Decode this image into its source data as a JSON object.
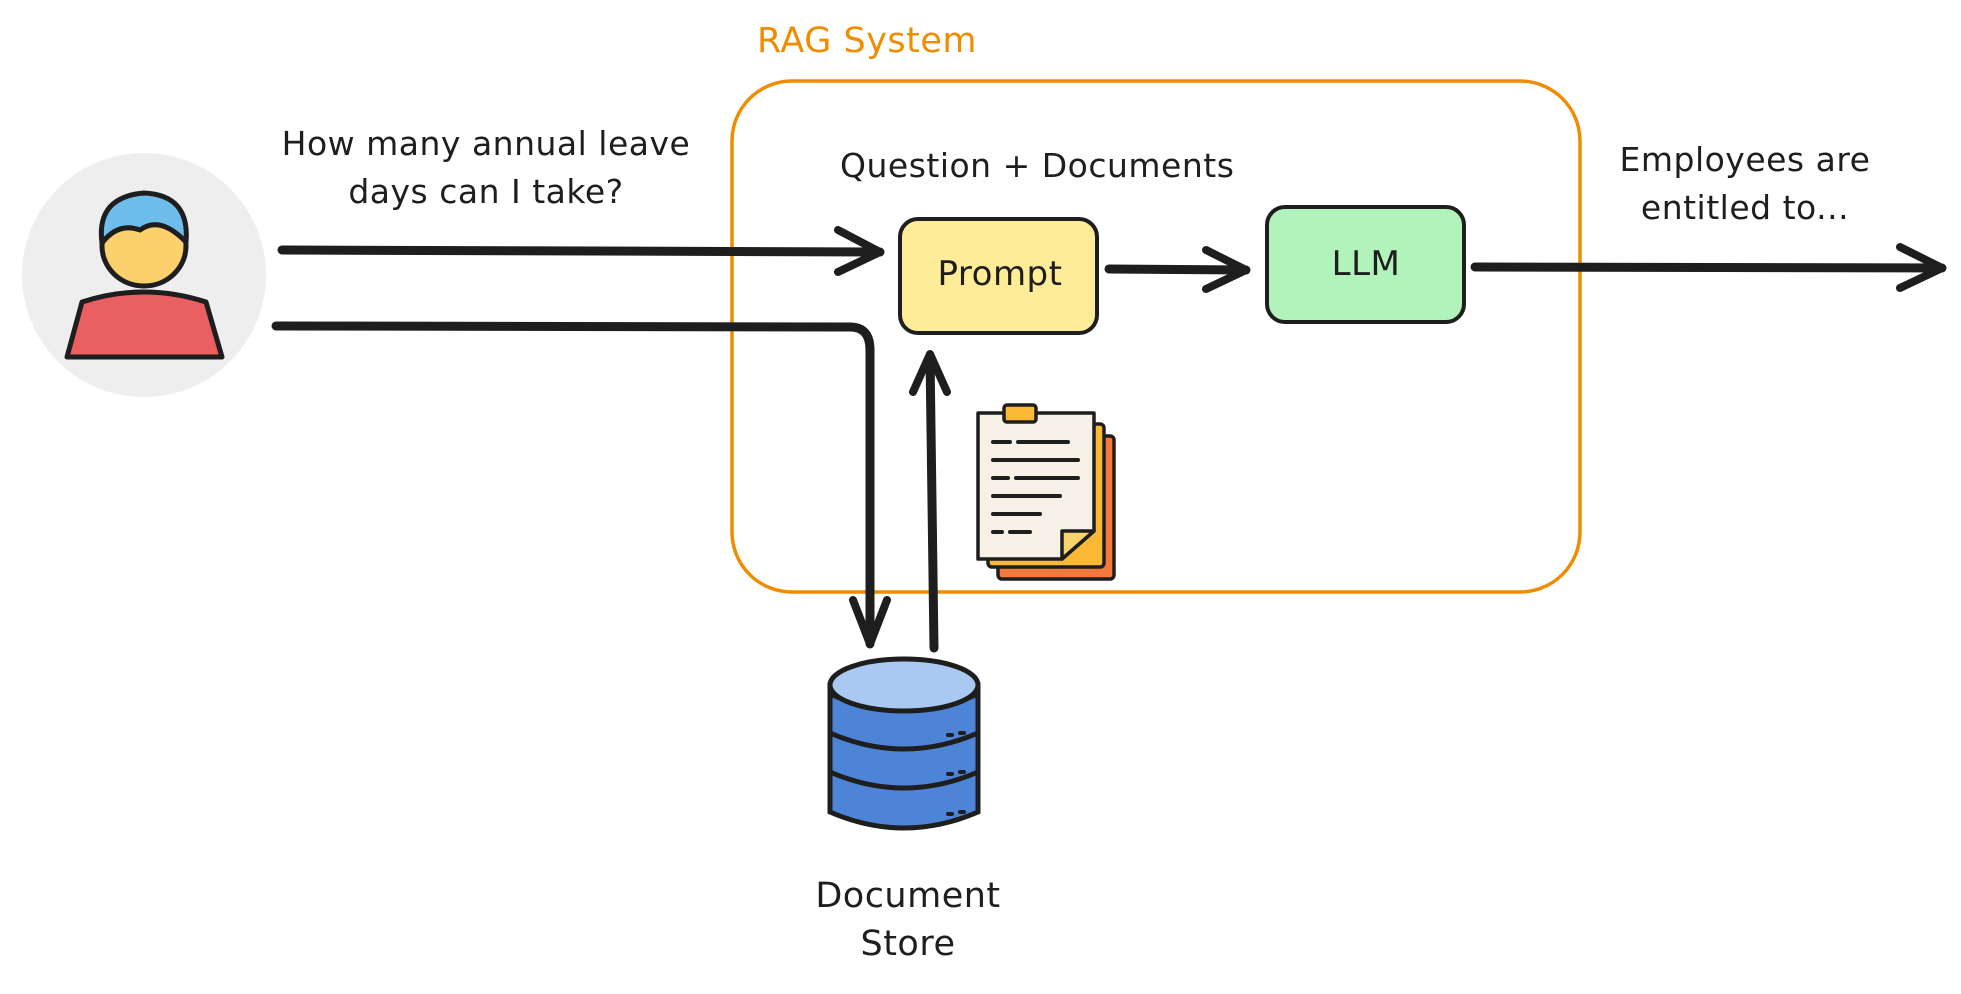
{
  "diagram": {
    "group_title": "RAG System",
    "user_question": "How many annual leave days can I take?",
    "user_question_lines": [
      "How many annual leave",
      "days can I take?"
    ],
    "prompt_input_label": "Question + Documents",
    "prompt_node_label": "Prompt",
    "llm_node_label": "LLM",
    "answer_lines": [
      "Employees are",
      "entitled to..."
    ],
    "store_label_lines": [
      "Document",
      "Store"
    ]
  },
  "icons": {
    "user": "user-avatar-icon",
    "documents": "documents-stack-icon",
    "database": "database-icon"
  },
  "colors": {
    "group_border": "#f08c00",
    "group_title": "#f08c00",
    "prompt_fill": "#ffec99",
    "llm_fill": "#b2f2bb",
    "stroke": "#1e1e1e",
    "avatar_bg": "#eeeeee",
    "avatar_body": "#ea5f61",
    "avatar_face": "#fcd06a",
    "avatar_hair": "#6fbdeb",
    "db_light": "#a9c9f3",
    "db_dark": "#4d84d6"
  }
}
